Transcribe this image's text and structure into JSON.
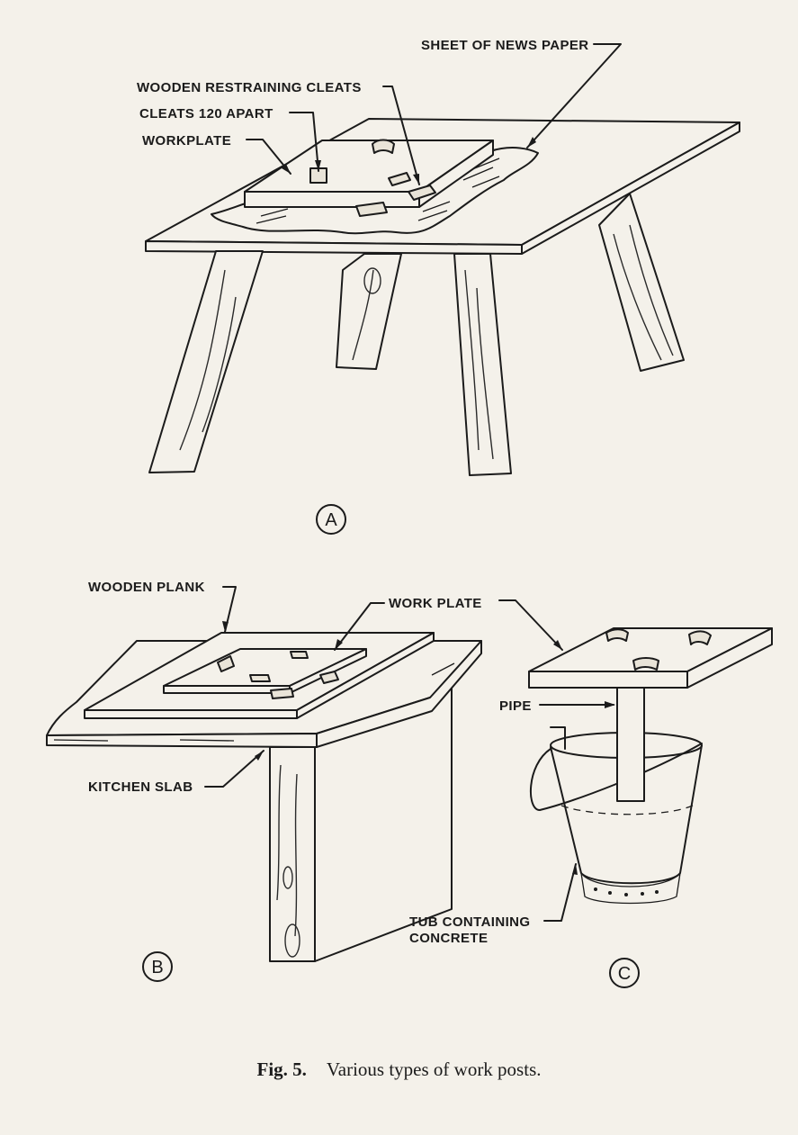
{
  "panel_a": {
    "label_newspaper": "SHEET OF NEWS PAPER",
    "label_cleats": "WOODEN RESTRAINING CLEATS",
    "label_cleats_apart": "CLEATS 120 APART",
    "label_workplate": "WORKPLATE",
    "marker": "A"
  },
  "panel_b": {
    "label_plank": "WOODEN PLANK",
    "label_slab": "KITCHEN SLAB",
    "marker": "B"
  },
  "shared": {
    "label_workplate": "WORK PLATE"
  },
  "panel_c": {
    "label_pipe": "PIPE",
    "label_tub_line1": "TUB CONTAINING",
    "label_tub_line2": "CONCRETE",
    "marker": "C"
  },
  "caption": {
    "fig_number": "Fig. 5.",
    "text": "Various types of work posts."
  }
}
